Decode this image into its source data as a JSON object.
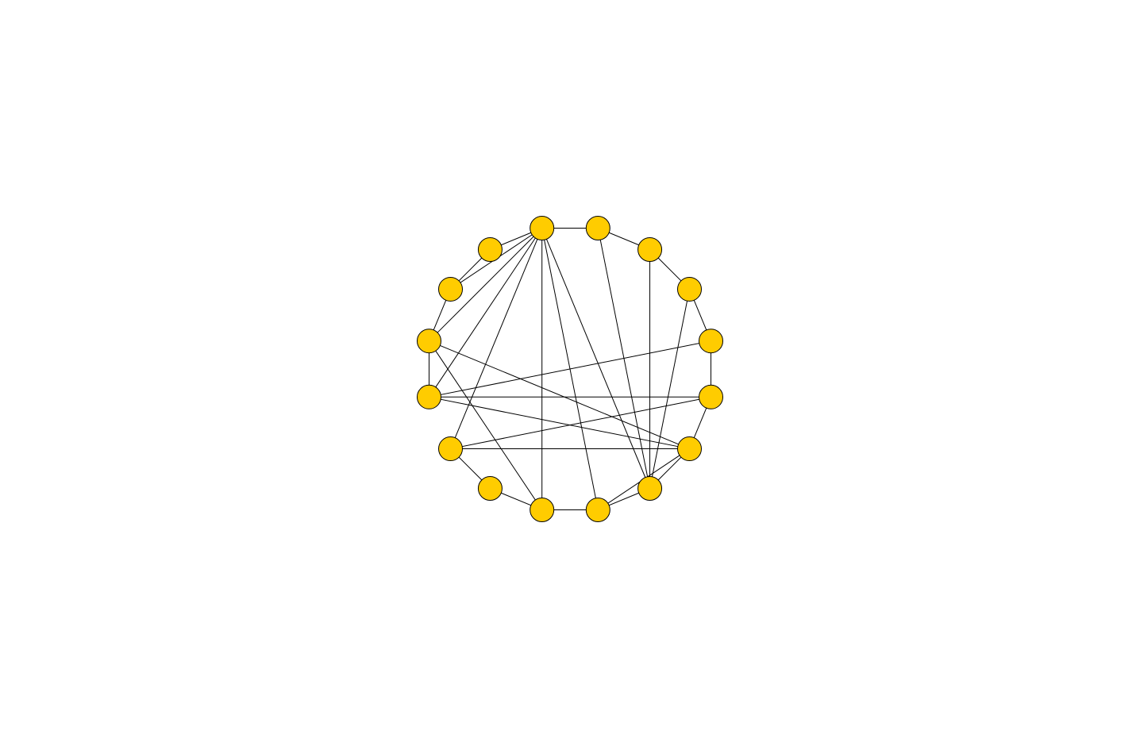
{
  "graph": {
    "node_count": 16,
    "node_color": "#FFCC00",
    "edge_color": "#000000",
    "layout": "circular",
    "nodes": [
      {
        "id": 0
      },
      {
        "id": 1
      },
      {
        "id": 2
      },
      {
        "id": 3
      },
      {
        "id": 4
      },
      {
        "id": 5
      },
      {
        "id": 6
      },
      {
        "id": 7
      },
      {
        "id": 8
      },
      {
        "id": 9
      },
      {
        "id": 10
      },
      {
        "id": 11
      },
      {
        "id": 12
      },
      {
        "id": 13
      },
      {
        "id": 14
      },
      {
        "id": 15
      }
    ],
    "edges": [
      [
        0,
        1
      ],
      [
        1,
        2
      ],
      [
        2,
        3
      ],
      [
        3,
        4
      ],
      [
        4,
        5
      ],
      [
        5,
        6
      ],
      [
        6,
        7
      ],
      [
        7,
        8
      ],
      [
        8,
        9
      ],
      [
        9,
        10
      ],
      [
        11,
        12
      ],
      [
        12,
        13
      ],
      [
        13,
        14
      ],
      [
        14,
        15
      ],
      [
        15,
        0
      ],
      [
        15,
        13
      ],
      [
        15,
        12
      ],
      [
        15,
        11
      ],
      [
        15,
        10
      ],
      [
        15,
        8
      ],
      [
        15,
        6
      ],
      [
        15,
        7
      ],
      [
        0,
        6
      ],
      [
        1,
        6
      ],
      [
        2,
        6
      ],
      [
        5,
        10
      ],
      [
        5,
        7
      ],
      [
        5,
        12
      ],
      [
        5,
        11
      ],
      [
        4,
        10
      ],
      [
        4,
        11
      ],
      [
        3,
        11
      ],
      [
        8,
        12
      ]
    ]
  }
}
